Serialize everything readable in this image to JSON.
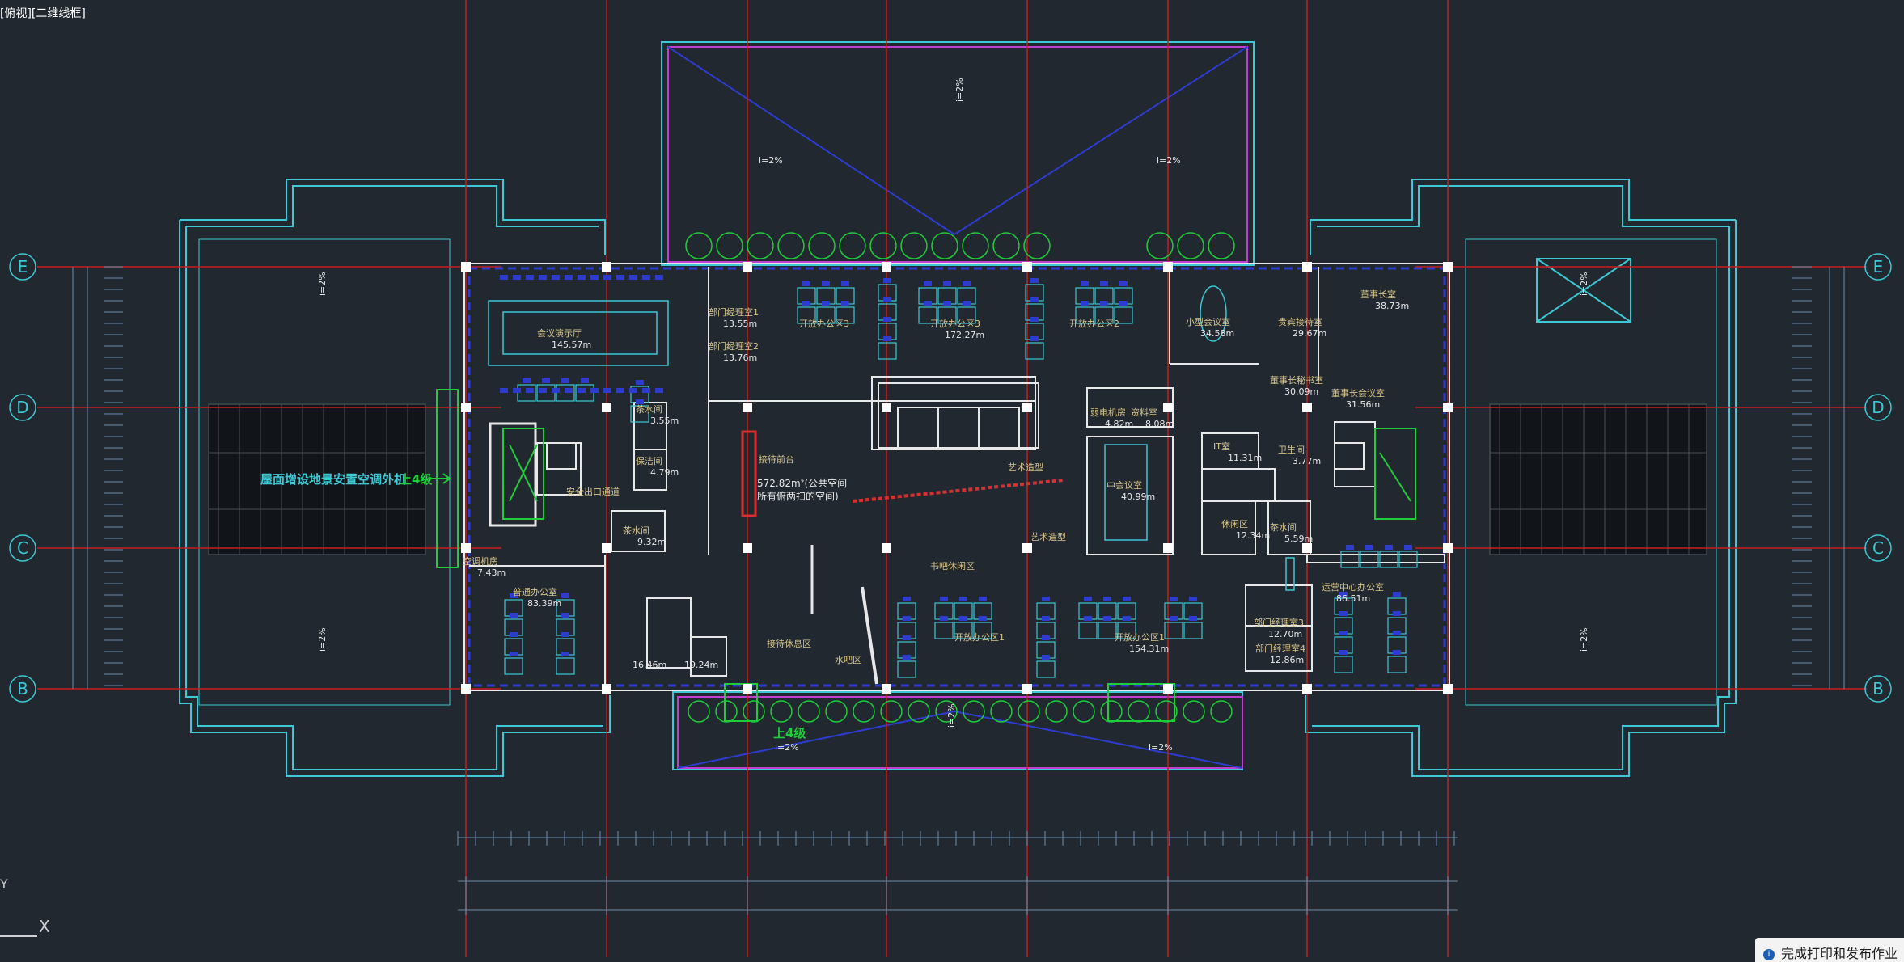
{
  "viewport": {
    "label": "[俯视][二维线框]"
  },
  "notification": {
    "text": "完成打印和发布作业",
    "icon": "info-icon"
  },
  "ucs": {
    "y_label": "Y",
    "x_label": "X"
  },
  "grid_axes": [
    "E",
    "D",
    "C",
    "B"
  ],
  "callouts": {
    "roof_note": "屋面增设地景安置空调外机",
    "up_level_left": "上4级",
    "up_level_bottom": "上4级"
  },
  "slopes": {
    "label": "i=2%"
  },
  "rooms": [
    {
      "name": "会议演示厅",
      "area": "145.57m"
    },
    {
      "name": "部门经理室1",
      "area": "13.55m"
    },
    {
      "name": "部门经理室2",
      "area": "13.76m"
    },
    {
      "name": "开放办公区3",
      "area": ""
    },
    {
      "name": "开放办公区3",
      "area": "172.27m"
    },
    {
      "name": "开放办公区2",
      "area": ""
    },
    {
      "name": "小型会议室",
      "area": "34.58m"
    },
    {
      "name": "贵宾接待室",
      "area": "29.67m"
    },
    {
      "name": "董事长室",
      "area": "38.73m"
    },
    {
      "name": "董事长秘书室",
      "area": "30.09m"
    },
    {
      "name": "董事长会议室",
      "area": "31.56m"
    },
    {
      "name": "茶水间",
      "area": "3.55m"
    },
    {
      "name": "保洁间",
      "area": "4.79m"
    },
    {
      "name": "安全出口通道",
      "area": ""
    },
    {
      "name": "茶水间",
      "area": "9.32m"
    },
    {
      "name": "接待前台",
      "area": ""
    },
    {
      "name": "弱电机房",
      "area": "4.82m"
    },
    {
      "name": "资料室",
      "area": "8.08m"
    },
    {
      "name": "艺术造型",
      "area": ""
    },
    {
      "name": "中会议室",
      "area": "40.99m"
    },
    {
      "name": "IT室",
      "area": "11.31m"
    },
    {
      "name": "卫生间",
      "area": "3.77m"
    },
    {
      "name": "休闲区",
      "area": "12.34m"
    },
    {
      "name": "茶水间",
      "area": "5.59m"
    },
    {
      "name": "艺术造型",
      "area": ""
    },
    {
      "name": "空调机房",
      "area": "7.43m"
    },
    {
      "name": "普通办公室",
      "area": "83.39m"
    },
    {
      "name": "书吧休闲区",
      "area": ""
    },
    {
      "name": "运营中心办公室",
      "area": "86.51m"
    },
    {
      "name": "部门经理室3",
      "area": "12.70m"
    },
    {
      "name": "部门经理室4",
      "area": "12.86m"
    },
    {
      "name": "开放办公区1",
      "area": ""
    },
    {
      "name": "开放办公区1",
      "area": "154.31m"
    },
    {
      "name": "接待休息区",
      "area": ""
    },
    {
      "name": "水吧区",
      "area": ""
    },
    {
      "name": "",
      "area": "16.46m"
    },
    {
      "name": "",
      "area": "19.24m"
    }
  ],
  "lobby_note": {
    "area": "572.82m²(公共空间",
    "desc": "所有俯两扫的空间)"
  },
  "colors": {
    "background": "#212830",
    "structure": "#e8e8e8",
    "gridline": "#c81e1e",
    "roof_outline": "#3cc8d4",
    "furniture": "#2d3ccf",
    "green": "#1fcc3a",
    "label": "#d8c48a",
    "magenta": "#c03fd0"
  }
}
